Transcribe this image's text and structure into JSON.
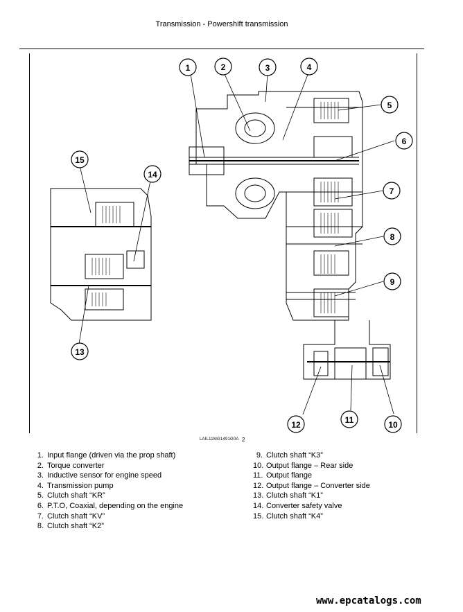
{
  "header": {
    "title": "Transmission - Powershift transmission"
  },
  "figure": {
    "caption_code": "LAIL11MG1491G0A",
    "figure_number": "2",
    "callouts": [
      "1",
      "2",
      "3",
      "4",
      "5",
      "6",
      "7",
      "8",
      "9",
      "10",
      "11",
      "12",
      "13",
      "14",
      "15"
    ]
  },
  "legend": {
    "left": [
      {
        "num": "1.",
        "text": "Input flange (driven via the prop shaft)"
      },
      {
        "num": "2.",
        "text": "Torque converter"
      },
      {
        "num": "3.",
        "text": "Inductive sensor for engine speed"
      },
      {
        "num": "4.",
        "text": "Transmission pump"
      },
      {
        "num": "5.",
        "text": "Clutch shaft “KR”"
      },
      {
        "num": "6.",
        "text": "P.T.O, Coaxial, depending on the engine"
      },
      {
        "num": "7.",
        "text": "Clutch shaft “KV”"
      },
      {
        "num": "8.",
        "text": "Clutch shaft “K2”"
      }
    ],
    "right": [
      {
        "num": "9.",
        "text": "Clutch shaft “K3”"
      },
      {
        "num": "10.",
        "text": "Output flange – Rear side"
      },
      {
        "num": "11.",
        "text": "Output flange"
      },
      {
        "num": "12.",
        "text": "Output flange – Converter side"
      },
      {
        "num": "13.",
        "text": "Clutch shaft “K1”"
      },
      {
        "num": "14.",
        "text": "Converter safety valve"
      },
      {
        "num": "15.",
        "text": "Clutch shaft “K4”"
      }
    ]
  },
  "watermark": "www.epcatalogs.com"
}
